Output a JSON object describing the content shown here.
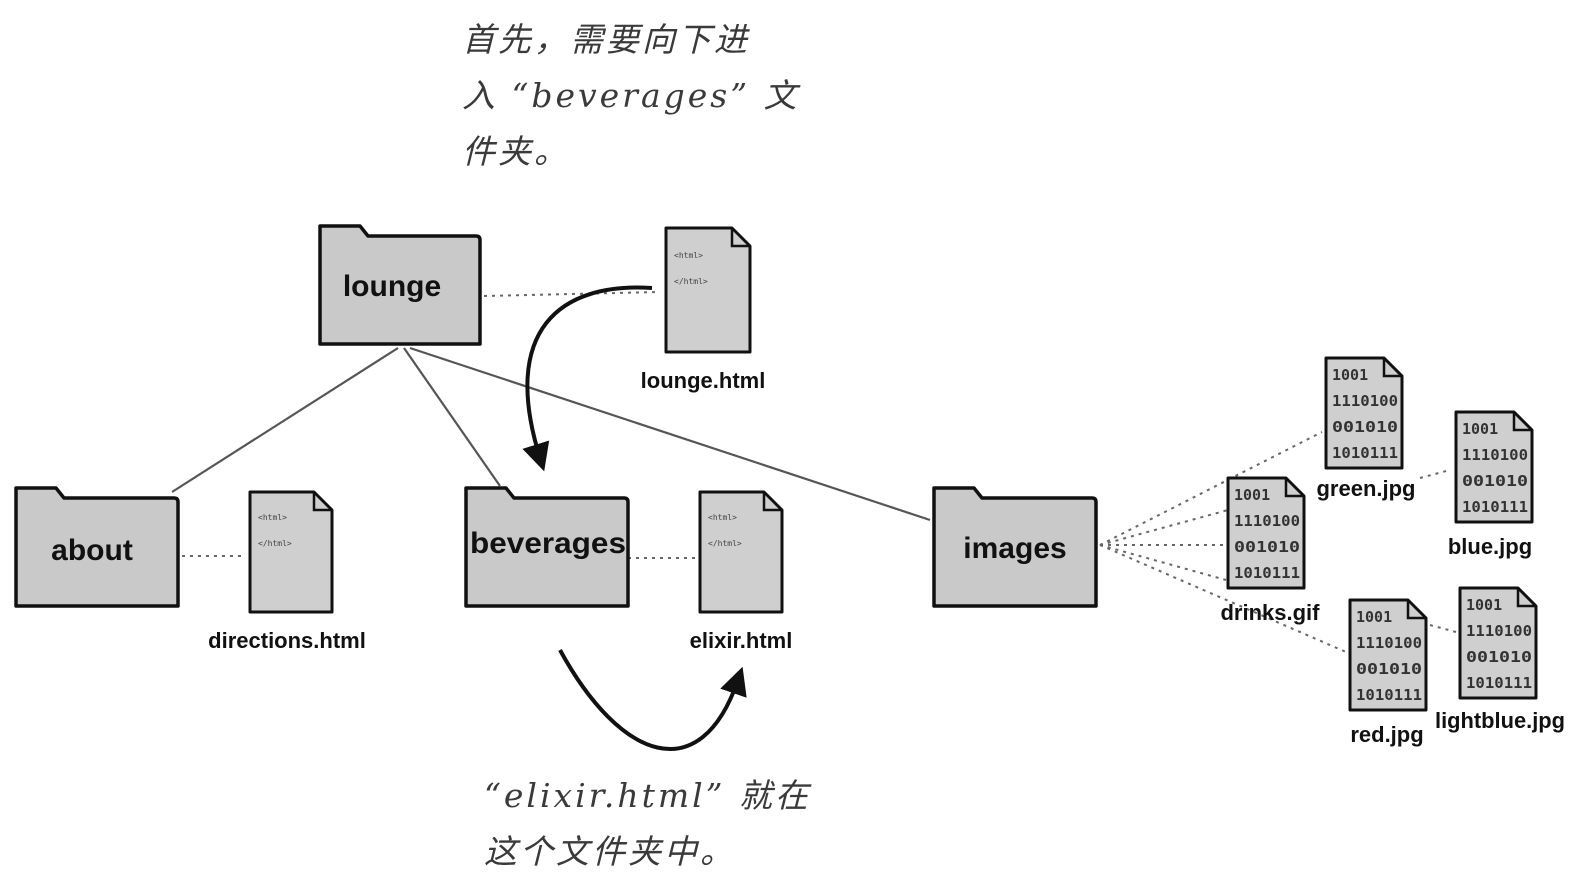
{
  "annotations": {
    "top": [
      "首先，需要向下进",
      "入 “beverages” 文",
      "件夹。"
    ],
    "bottom": [
      "“elixir.html” 就在",
      "这个文件夹中。"
    ]
  },
  "folders": {
    "lounge": "lounge",
    "about": "about",
    "beverages": "beverages",
    "images": "images"
  },
  "files": {
    "lounge_html": "lounge.html",
    "directions_html": "directions.html",
    "elixir_html": "elixir.html",
    "green_jpg": "green.jpg",
    "blue_jpg": "blue.jpg",
    "drinks_gif": "drinks.gif",
    "red_jpg": "red.jpg",
    "lightblue_jpg": "lightblue.jpg"
  },
  "icon_text": {
    "html_lines": [
      "<html>",
      "</html>"
    ],
    "binary_lines": [
      "1001",
      "1110100",
      "001010",
      "1010111"
    ]
  },
  "colors": {
    "folder_fill": "#c9c9c9",
    "doc_fill": "#cfcfcf",
    "outline": "#111111",
    "line": "#555555"
  }
}
